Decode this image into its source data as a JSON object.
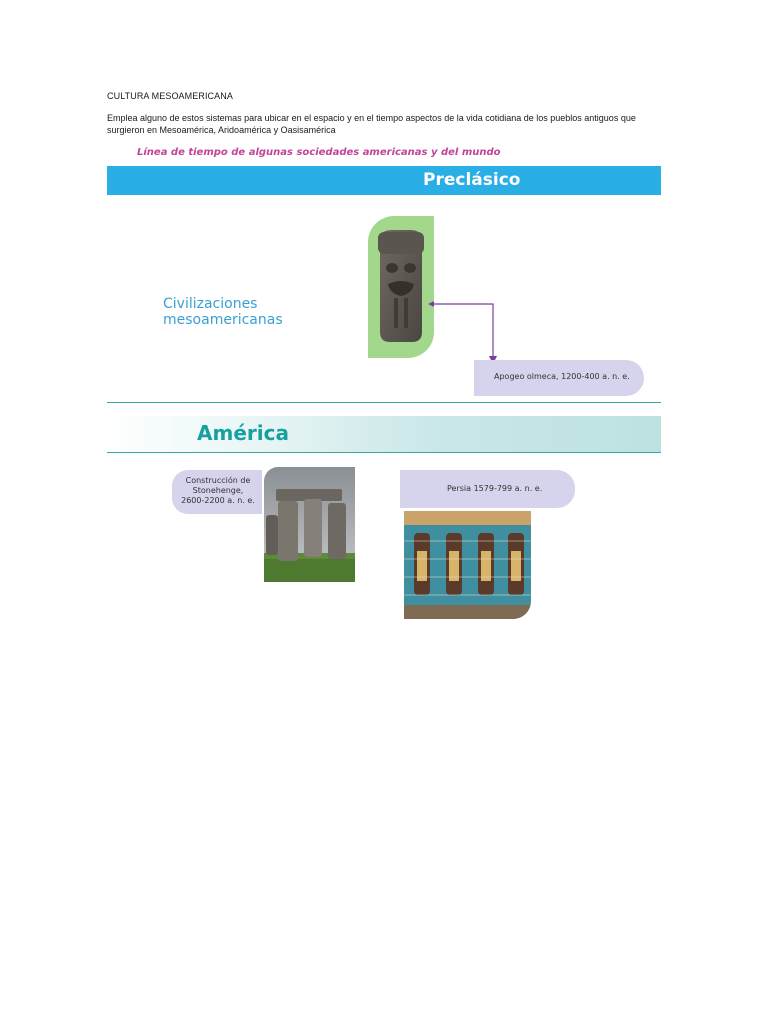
{
  "document": {
    "heading": "CULTURA MESOAMERICANA",
    "intro": "Emplea alguno de estos sistemas para ubicar en el espacio y en el tiempo aspectos de la vida cotidiana de los pueblos antiguos que surgieron en Mesoamérica, Aridoamérica y Oasisamérica"
  },
  "timeline": {
    "subtitle": "Línea de tiempo de algunas sociedades americanas y del mundo",
    "period_band": "Preclásico",
    "civilizations_label": "Civilizaciones\nmesoamericanas",
    "olmeca_event": "Apogeo olmeca, 1200-400 a. n. e.",
    "region_band": "América",
    "stonehenge_event": "Construcción de\nStonehenge,\n2600-2200 a. n. e.",
    "persia_event": "Persia 1579-799 a. n. e."
  },
  "colors": {
    "preclasico_band": "#29aee6",
    "subtitle": "#c2449a",
    "america_text": "#17a0a0",
    "event_pill": "#d6d3ec",
    "olmec_card": "#a3d88c",
    "arrow": "#7b3fa0"
  }
}
